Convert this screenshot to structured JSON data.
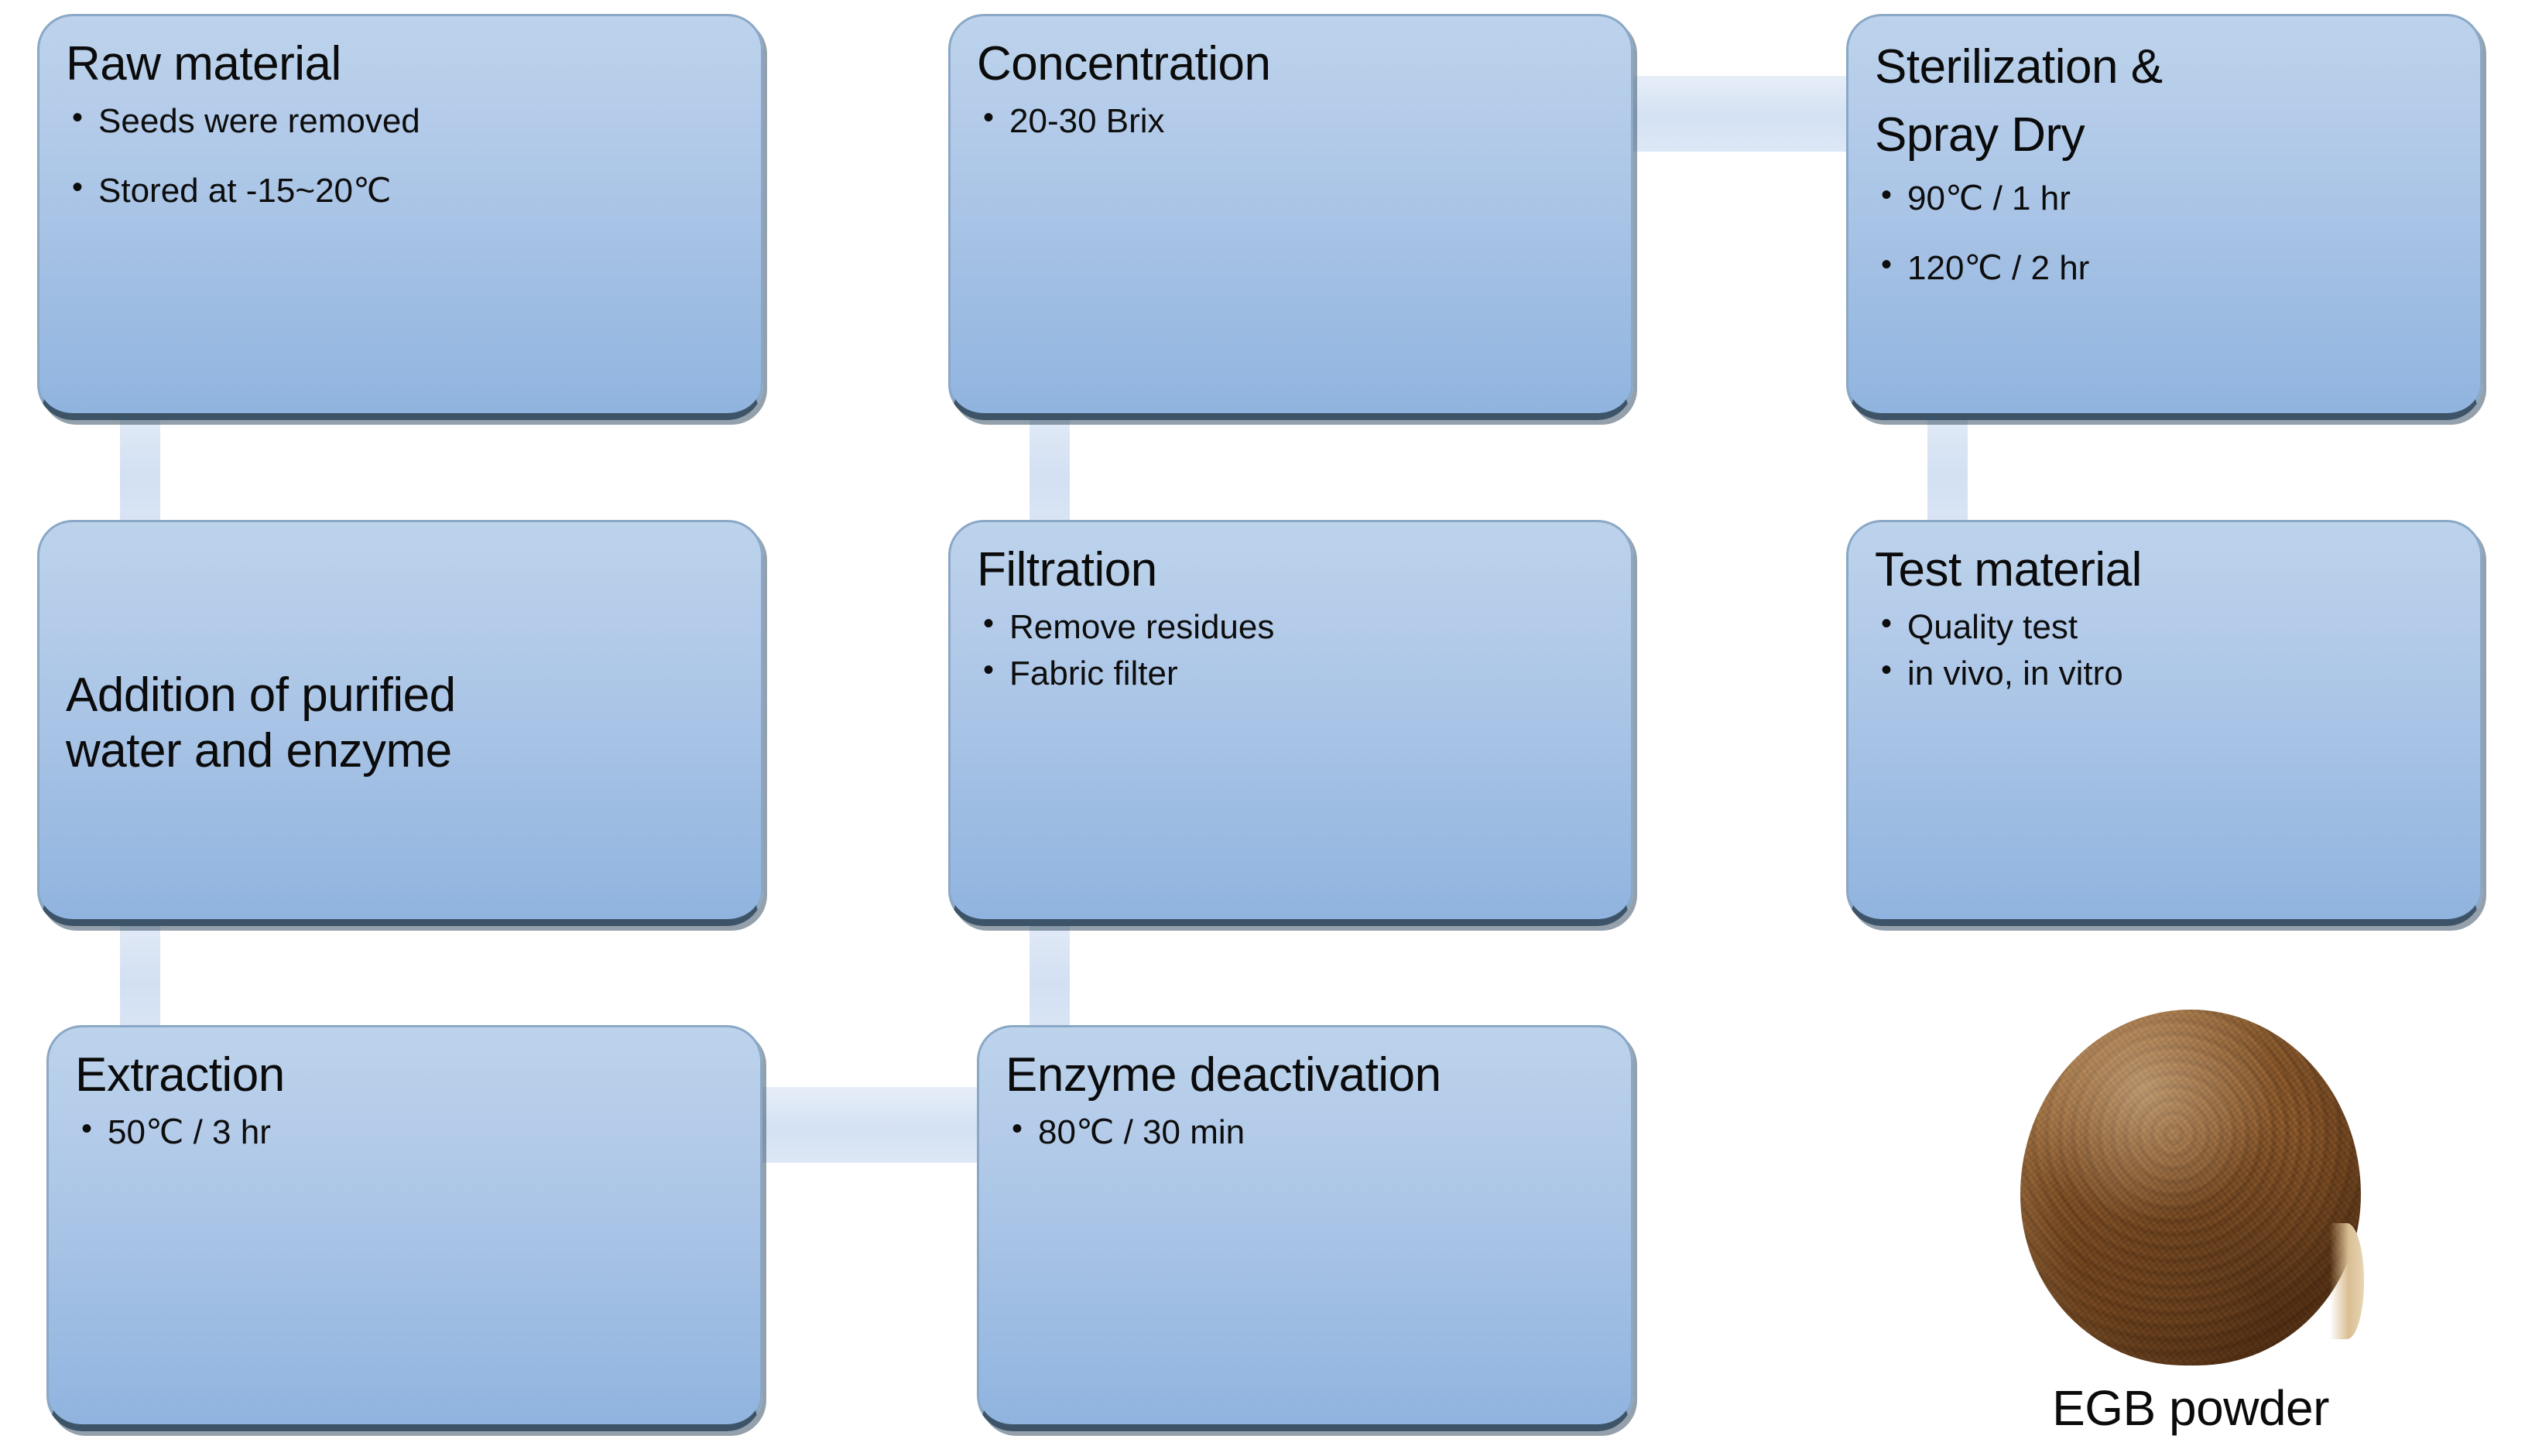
{
  "diagram": {
    "type": "process-flowchart",
    "title_text": "",
    "colors": {
      "box_fill_top": "#bdd3ec",
      "box_fill_bottom": "#90b4df",
      "box_border": "#8aa8c6",
      "box_shadow_bar": "#3d5468",
      "connector": "#d4e1f3",
      "text": "#0b0b0b",
      "powder": "#8a5729"
    },
    "nodes": [
      {
        "id": "raw-material",
        "title": "Raw material",
        "bullets": [
          "Seeds were removed",
          "Stored at -15~20℃"
        ]
      },
      {
        "id": "concentration",
        "title": "Concentration",
        "bullets": [
          "20-30 Brix"
        ]
      },
      {
        "id": "sterilization-spray-dry",
        "title": "Sterilization &\nSpray Dry",
        "bullets": [
          "90℃ / 1 hr",
          "120℃ / 2 hr"
        ]
      },
      {
        "id": "addition-water-enzyme",
        "title": "Addition of purified\nwater and enzyme",
        "bullets": []
      },
      {
        "id": "filtration",
        "title": "Filtration",
        "bullets": [
          "Remove residues",
          "Fabric filter"
        ]
      },
      {
        "id": "test-material",
        "title": "Test material",
        "bullets": [
          "Quality test",
          "in vivo, in vitro"
        ]
      },
      {
        "id": "extraction",
        "title": "Extraction",
        "bullets": [
          "50℃ / 3 hr"
        ]
      },
      {
        "id": "enzyme-deactivation",
        "title": "Enzyme deactivation",
        "bullets": [
          "80℃ / 30 min"
        ]
      }
    ],
    "sample": {
      "caption": "EGB powder",
      "image_alt": "brown EGB powder sample"
    },
    "connectors": [
      {
        "id": "raw-to-addition",
        "orientation": "vertical",
        "from": "raw-material",
        "to": "addition-water-enzyme"
      },
      {
        "id": "addition-to-extraction",
        "orientation": "vertical",
        "from": "addition-water-enzyme",
        "to": "extraction"
      },
      {
        "id": "extraction-to-enzyme-deactivation",
        "orientation": "horizontal",
        "from": "extraction",
        "to": "enzyme-deactivation"
      },
      {
        "id": "enzyme-deactivation-to-filtration",
        "orientation": "vertical",
        "from": "enzyme-deactivation",
        "to": "filtration"
      },
      {
        "id": "filtration-to-concentration",
        "orientation": "vertical",
        "from": "filtration",
        "to": "concentration"
      },
      {
        "id": "concentration-to-sterilization",
        "orientation": "horizontal",
        "from": "concentration",
        "to": "sterilization-spray-dry"
      },
      {
        "id": "sterilization-to-test-material",
        "orientation": "vertical",
        "from": "sterilization-spray-dry",
        "to": "test-material"
      }
    ]
  }
}
